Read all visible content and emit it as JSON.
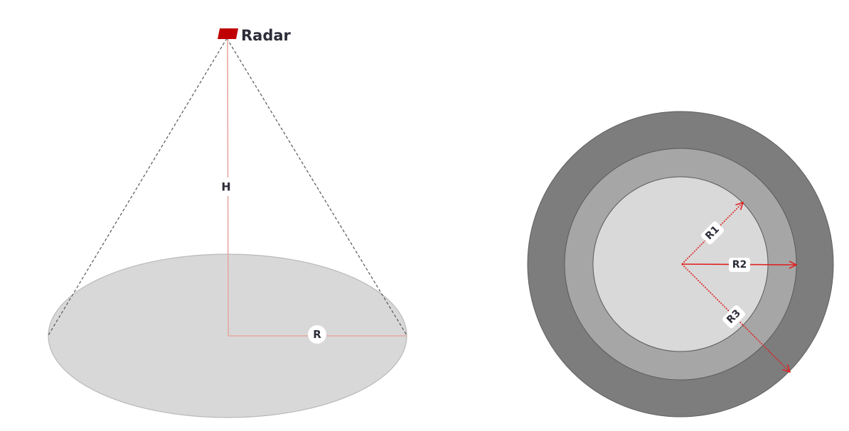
{
  "left_diagram": {
    "radar_label": "Radar",
    "height_label": "H",
    "radius_label": "R"
  },
  "right_diagram": {
    "r1_label": "R1",
    "r2_label": "R2",
    "r3_label": "R3"
  },
  "colors": {
    "radar": "#c00000",
    "guide_line": "#e8a8a0",
    "arrow": "#e02020",
    "ellipse_fill": "#d8d8d8",
    "ring_outer": "#7d7d7d",
    "ring_middle": "#a6a6a6",
    "ring_inner": "#d9d9d9",
    "dashed_line": "#555555"
  }
}
